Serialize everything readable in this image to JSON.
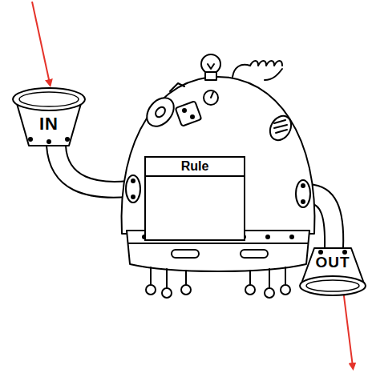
{
  "diagram": {
    "nodes": [
      {
        "text": [
          "IN"
        ]
      },
      {
        "text": [
          "Rule"
        ]
      },
      {
        "text": [
          "OUT"
        ]
      }
    ]
  }
}
